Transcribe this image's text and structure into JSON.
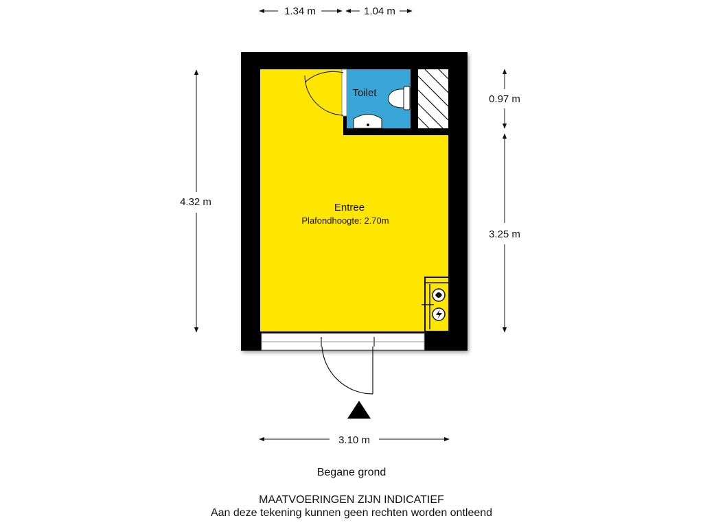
{
  "dimensions": {
    "top_left": "1.34 m",
    "top_right": "1.04 m",
    "left_height": "4.32 m",
    "right_upper": "0.97 m",
    "right_lower": "3.25 m",
    "bottom_width": "3.10 m"
  },
  "rooms": {
    "toilet": {
      "name": "Toilet",
      "color": "#3aa6d8"
    },
    "entree": {
      "name": "Entree",
      "ceiling": "Plafondhoogte: 2.70m",
      "color": "#ffe600"
    }
  },
  "colors": {
    "wall": "#000000",
    "floor_main": "#ffe600",
    "floor_toilet": "#3aa6d8"
  },
  "floor_name": "Begane grond",
  "disclaimer": {
    "line1": "MAATVOERINGEN ZIJN INDICATIEF",
    "line2": "Aan deze tekening kunnen geen rechten worden ontleend"
  }
}
